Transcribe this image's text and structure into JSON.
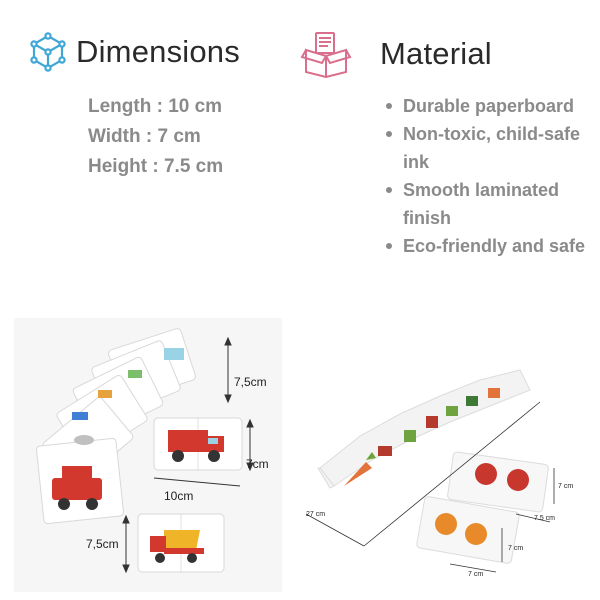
{
  "dimensions": {
    "title": "Dimensions",
    "icon": "cube-icon",
    "icon_color": "#3fa7d6",
    "items": [
      "Length : 10 cm",
      "Width : 7 cm",
      "Height : 7.5 cm"
    ]
  },
  "material": {
    "title": "Material",
    "icon": "box-icon",
    "icon_color": "#d96f8c",
    "items": [
      "Durable paperboard",
      "Non-toxic, child-safe ink",
      "Smooth laminated finish",
      "Eco-friendly and safe"
    ]
  },
  "left_photo": {
    "labels": {
      "height": "7,5cm",
      "width": "7cm",
      "length": "10cm",
      "bottom_height": "7,5cm"
    }
  },
  "right_photo": {
    "labels": {
      "total": "27 cm",
      "card_height": "7 cm",
      "card_width": "7.5 cm",
      "card_h2": "7 cm",
      "card_w2": "7 cm"
    }
  }
}
